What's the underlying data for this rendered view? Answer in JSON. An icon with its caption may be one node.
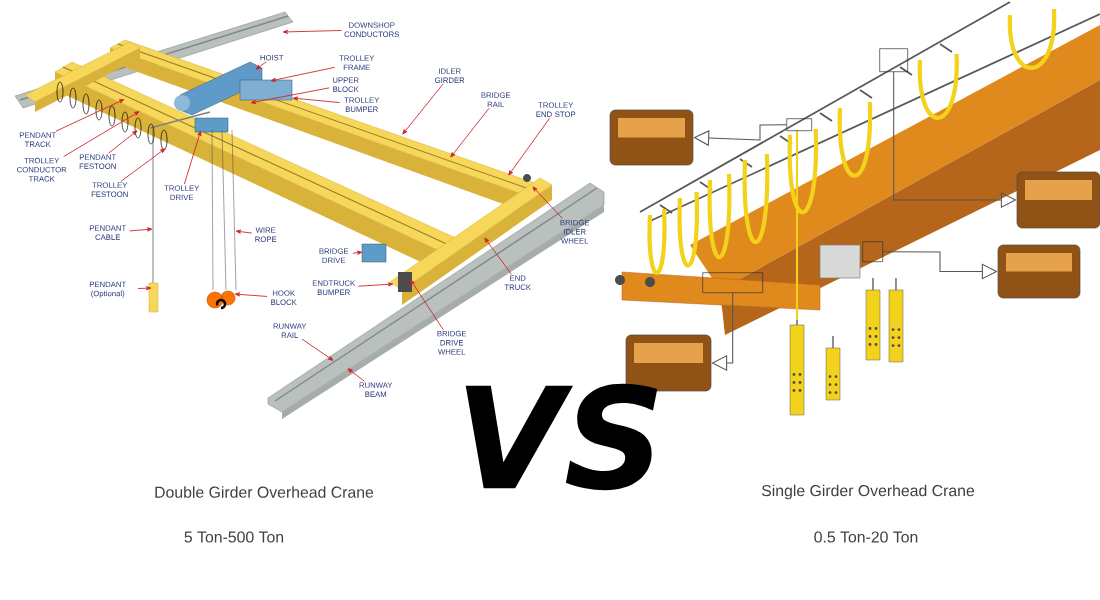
{
  "diagram": {
    "nodes": [
      {
        "text": [],
        "shape": "picture"
      },
      {
        "text": [
          "DOWNSHOP CONDUCTORS"
        ],
        "in": 0
      },
      {
        "text": [
          "HOIST"
        ],
        "in": 0
      },
      {
        "text": [
          "TROLLEY FRAME"
        ],
        "in": 0
      },
      {
        "text": [
          "UPPER BLOCK"
        ],
        "in": 0
      },
      {
        "text": [
          "TROLLEY BUMPER"
        ],
        "in": 0
      },
      {
        "text": [
          "IDLER GIRDER"
        ],
        "in": 0
      },
      {
        "text": [
          "BRIDGE RAIL"
        ],
        "in": 0
      },
      {
        "text": [
          "TROLLEY END STOP"
        ],
        "in": 0
      },
      {
        "text": [
          "BRIDGE IDLER WHEEL"
        ],
        "in": 0
      },
      {
        "text": [
          "END TRUCK"
        ],
        "in": 0
      },
      {
        "text": [
          "BRIDGE DRIVE WHEEL"
        ],
        "in": 0
      },
      {
        "text": [
          "RUNWAY BEAM"
        ],
        "in": 0
      },
      {
        "text": [
          "RUNWAY RAIL"
        ],
        "in": 0
      },
      {
        "text": [
          "ENDTRUCK BUMPER"
        ],
        "in": 0
      },
      {
        "text": [
          "BRIDGE DRIVE"
        ],
        "in": 0
      },
      {
        "text": [
          "HOOK BLOCK"
        ],
        "in": 0
      },
      {
        "text": [
          "WIRE ROPE"
        ],
        "in": 0
      },
      {
        "text": [
          "PENDANT (Optional)"
        ],
        "in": 0
      },
      {
        "text": [
          "PENDANT CABLE"
        ],
        "in": 0
      },
      {
        "text": [
          "TROLLEY DRIVE"
        ],
        "in": 0
      },
      {
        "text": [
          "TROLLEY FESTOON"
        ],
        "in": 0
      },
      {
        "text": [
          "PENDANT FESTOON"
        ],
        "in": 0
      },
      {
        "text": [
          "TROLLEY CONDUCTOR TRACK"
        ],
        "in": 0
      },
      {
        "text": [
          "PENDANT TRACK"
        ],
        "in": 0
      },
      {
        "text": [],
        "shape": "picture"
      },
      {
        "text": [],
        "shape": "box",
        "in": 25
      },
      {
        "text": [],
        "shape": "picture"
      },
      {
        "text": [],
        "shape": "box",
        "in": 25
      },
      {
        "text": [],
        "shape": "picture"
      },
      {
        "text": [],
        "shape": "box",
        "in": 25
      },
      {
        "text": [],
        "shape": "picture"
      },
      {
        "text": [],
        "shape": "box",
        "in": 25
      },
      {
        "text": [],
        "shape": "picture"
      }
    ],
    "edges": [
      {
        "from": 1,
        "to": 0,
        "arrow": "to"
      },
      {
        "from": 2,
        "to": 0,
        "arrow": "to"
      },
      {
        "from": 3,
        "to": 0,
        "arrow": "to"
      },
      {
        "from": 4,
        "to": 0,
        "arrow": "to"
      },
      {
        "from": 5,
        "to": 0,
        "arrow": "to"
      },
      {
        "from": 6,
        "to": 0,
        "arrow": "to"
      },
      {
        "from": 7,
        "to": 0,
        "arrow": "to"
      },
      {
        "from": 8,
        "to": 0,
        "arrow": "to"
      },
      {
        "from": 9,
        "to": 0,
        "arrow": "to"
      },
      {
        "from": 10,
        "to": 0,
        "arrow": "to"
      },
      {
        "from": 11,
        "to": 0,
        "arrow": "to"
      },
      {
        "from": 12,
        "to": 0,
        "arrow": "to"
      },
      {
        "from": 13,
        "to": 0,
        "arrow": "to"
      },
      {
        "from": 14,
        "to": 0,
        "arrow": "to"
      },
      {
        "from": 15,
        "to": 0,
        "arrow": "to"
      },
      {
        "from": 16,
        "to": 0,
        "arrow": "to"
      },
      {
        "from": 17,
        "to": 0,
        "arrow": "to"
      },
      {
        "from": 18,
        "to": 0,
        "arrow": "to"
      },
      {
        "from": 19,
        "to": 0,
        "arrow": "to"
      },
      {
        "from": 20,
        "to": 0,
        "arrow": "to"
      },
      {
        "from": 21,
        "to": 0,
        "arrow": "to"
      },
      {
        "from": 22,
        "to": 0,
        "arrow": "to"
      },
      {
        "from": 23,
        "to": 0,
        "arrow": "to"
      },
      {
        "from": 24,
        "to": 0,
        "arrow": "to"
      },
      {
        "from": 26,
        "to": 27,
        "arrow": "to",
        "color": "#555555"
      },
      {
        "from": 28,
        "to": 29,
        "arrow": "to",
        "color": "#555555"
      },
      {
        "from": 30,
        "to": 31,
        "arrow": "to",
        "color": "#555555"
      },
      {
        "from": 32,
        "to": 33,
        "arrow": "to",
        "color": "#555555"
      }
    ],
    "labels": [
      "VS",
      "Double Girder Overhead Crane",
      "5 Ton-500 Ton",
      "Single Girder Overhead Crane",
      "0.5 Ton-20 Ton"
    ]
  }
}
